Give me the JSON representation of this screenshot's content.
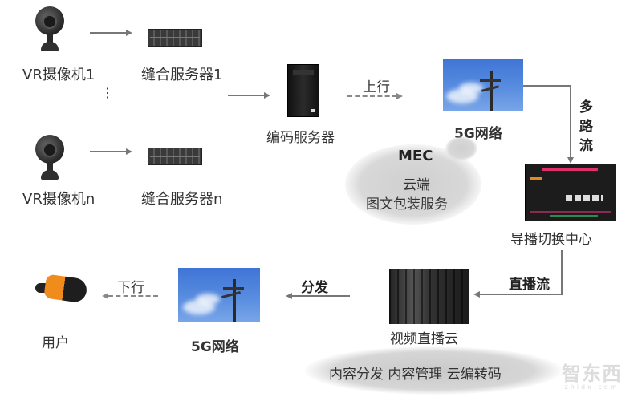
{
  "sources": [
    {
      "camera_label": "VR摄像机1",
      "server_label": "缝合服务器1"
    },
    {
      "camera_label": "VR摄像机n",
      "server_label": "缝合服务器n"
    }
  ],
  "ellipsis": "⋮",
  "encoder": {
    "label": "编码服务器"
  },
  "uplink": {
    "label": "上行"
  },
  "network_up": {
    "label": "5G网络"
  },
  "multi_stream": {
    "label_chars": [
      "多",
      "路",
      "流"
    ]
  },
  "mec": {
    "title": "MEC",
    "line1": "云端",
    "line2": "图文包装服务"
  },
  "director": {
    "label": "导播切换中心"
  },
  "live_stream": {
    "label": "直播流"
  },
  "live_cloud": {
    "label": "视频直播云"
  },
  "cloud_services": {
    "label": "内容分发 内容管理 云编转码"
  },
  "distribute": {
    "label": "分发"
  },
  "network_down": {
    "label": "5G网络"
  },
  "downlink": {
    "label": "下行"
  },
  "user": {
    "label": "用户"
  },
  "watermark": {
    "text": "智东西",
    "sub": "zhidx.com"
  },
  "colors": {
    "sky": "#4f86dc",
    "headset_orange": "#f08c1c",
    "arrow": "#777777",
    "cloud_gray": "#d0d0d0"
  }
}
